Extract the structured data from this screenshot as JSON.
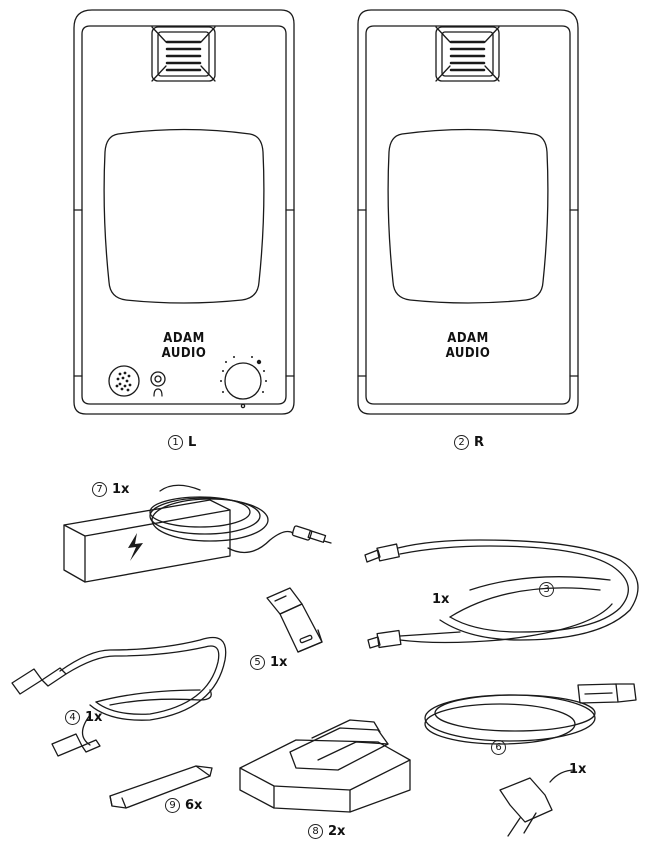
{
  "speakers": {
    "left": {
      "brand": "ADAM AUDIO",
      "number": "1",
      "label": "L"
    },
    "right": {
      "brand": "ADAM AUDIO",
      "number": "2",
      "label": "R"
    }
  },
  "items": {
    "power_supply": {
      "number": "7",
      "qty": "1x"
    },
    "link_cable": {
      "number": "3",
      "qty": "1x"
    },
    "usb_adapter": {
      "number": "5",
      "qty": "1x"
    },
    "usb_cable": {
      "number": "4",
      "qty": "1x"
    },
    "power_cord": {
      "number": "6",
      "qty": "1x"
    },
    "isolation_pads": {
      "number": "8",
      "qty": "2x"
    },
    "pad_strips": {
      "number": "9",
      "qty": "6x"
    }
  }
}
